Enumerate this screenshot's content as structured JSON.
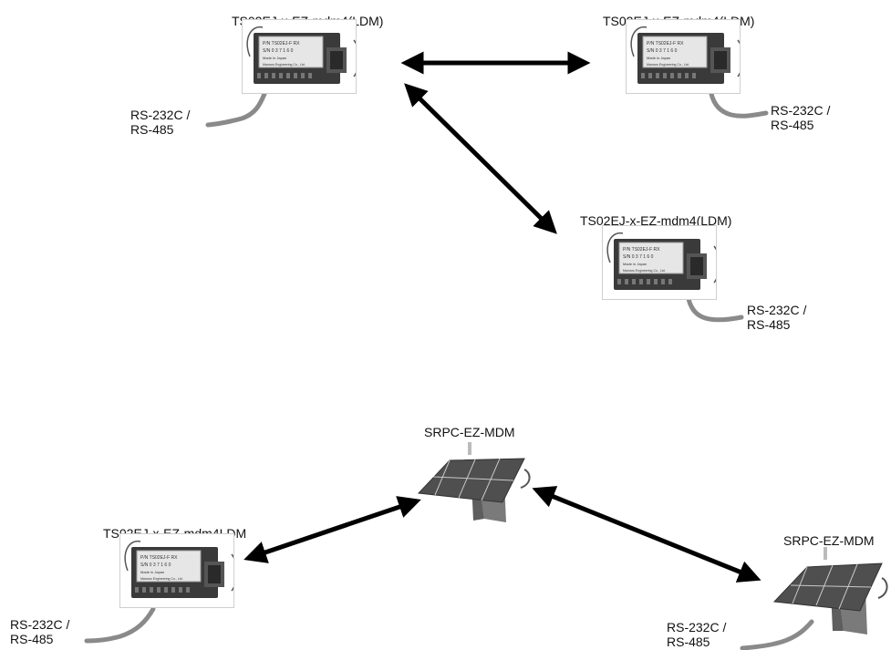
{
  "devices": [
    {
      "id": "m1",
      "label": "TS02EJ-x-EZ-mdm4(LDM)",
      "cable_label_1": "RS-232C /",
      "cable_label_2": "RS-485",
      "plate_1": "P/N TS02EJ-F RX",
      "plate_2": "S/N 0 3 7 1 6 0",
      "plate_3": "Made in Japan",
      "plate_4": "Mamaru Engineering Co., Ltd."
    },
    {
      "id": "m2",
      "label": "TS02EJ-x-EZ-mdm4(LDM)",
      "cable_label_1": "RS-232C /",
      "cable_label_2": "RS-485",
      "plate_1": "P/N TS02EJ-F RX",
      "plate_2": "S/N 0 3 7 1 6 0",
      "plate_3": "Made in Japan",
      "plate_4": "Mamaru Engineering Co., Ltd."
    },
    {
      "id": "m3",
      "label": "TS02EJ-x-EZ-mdm4(LDM)",
      "cable_label_1": "RS-232C /",
      "cable_label_2": "RS-485",
      "plate_1": "P/N TS02EJ-F RX",
      "plate_2": "S/N 0 3 7 1 6 0",
      "plate_3": "Made in Japan",
      "plate_4": "Mamaru Engineering Co., Ltd."
    },
    {
      "id": "m4",
      "label": "TS02EJ-x-EZ-mdm4LDM",
      "cable_label_1": "RS-232C /",
      "cable_label_2": "RS-485",
      "plate_1": "P/N TS02EJ-F RX",
      "plate_2": "S/N 0 3 7 1 6 0",
      "plate_3": "Made in Japan",
      "plate_4": "Mamaru Engineering Co., Ltd."
    },
    {
      "id": "s1",
      "label": "SRPC-EZ-MDM"
    },
    {
      "id": "s2",
      "label": "SRPC-EZ-MDM",
      "cable_label_1": "RS-232C /",
      "cable_label_2": "RS-485"
    }
  ],
  "links": [
    {
      "from": "m1",
      "to": "m2",
      "style": "bidirectional"
    },
    {
      "from": "m1",
      "to": "m3",
      "style": "bidirectional"
    },
    {
      "from": "m4",
      "to": "s1",
      "style": "bidirectional"
    },
    {
      "from": "s1",
      "to": "s2",
      "style": "bidirectional"
    }
  ],
  "colors": {
    "arrow": "#000000",
    "cable": "#8a8a8a",
    "board": "#3a3a3a",
    "label_plate": "#e6e6e6",
    "solar_panel": "#5a5a5a",
    "solar_stand": "#7a7a7a"
  }
}
